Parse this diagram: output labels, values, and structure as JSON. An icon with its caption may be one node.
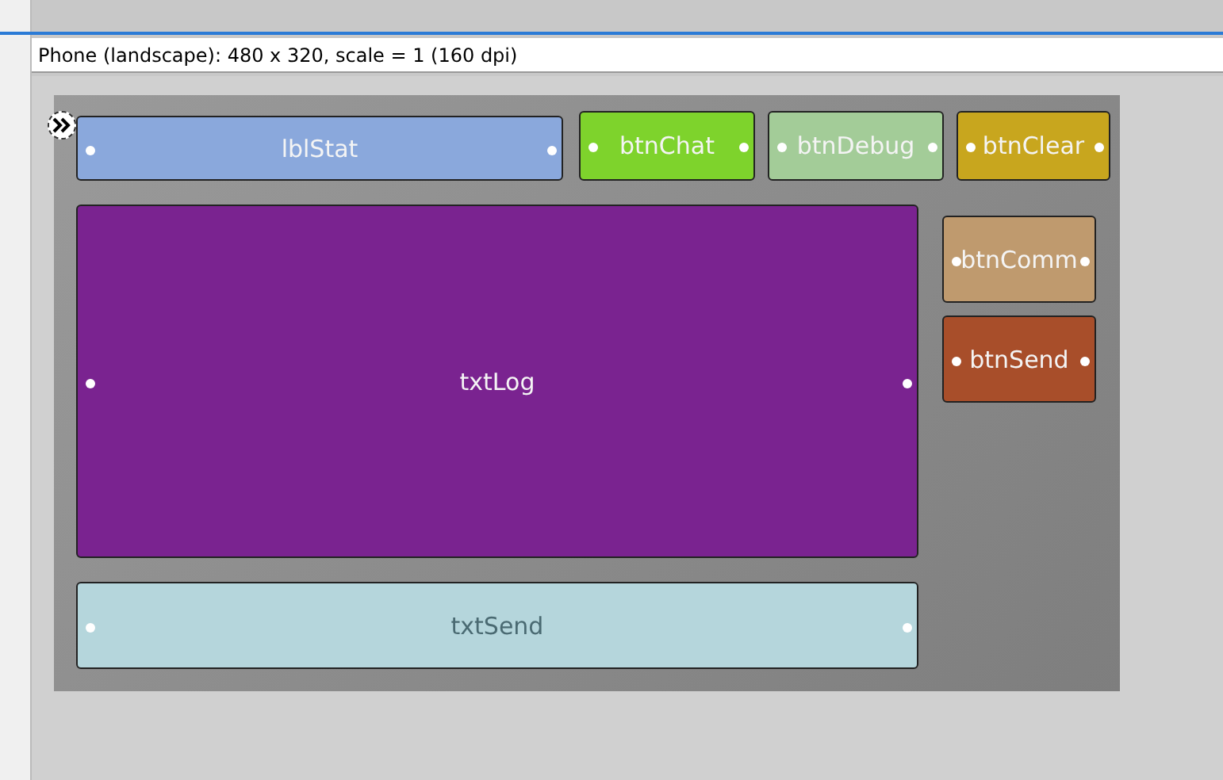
{
  "diagram": {
    "nodes": [
      {
        "text": [],
        "shape": "box"
      },
      {
        "text": [
          "lblStat"
        ],
        "in": 0
      },
      {
        "text": [
          "btnChat"
        ],
        "in": 0
      },
      {
        "text": [
          "btnDebug"
        ],
        "in": 0
      },
      {
        "text": [
          "btnClear"
        ],
        "in": 0
      },
      {
        "text": [
          "txtLog"
        ],
        "in": 0
      },
      {
        "text": [
          "btnComm"
        ],
        "in": 0
      },
      {
        "text": [
          "btnSend"
        ],
        "in": 0
      },
      {
        "text": [
          "txtSend"
        ],
        "in": 0
      }
    ],
    "edges": [],
    "labels": [
      "Phone (landscape): 480 x 320, scale = 1 (160 dpi)"
    ]
  }
}
